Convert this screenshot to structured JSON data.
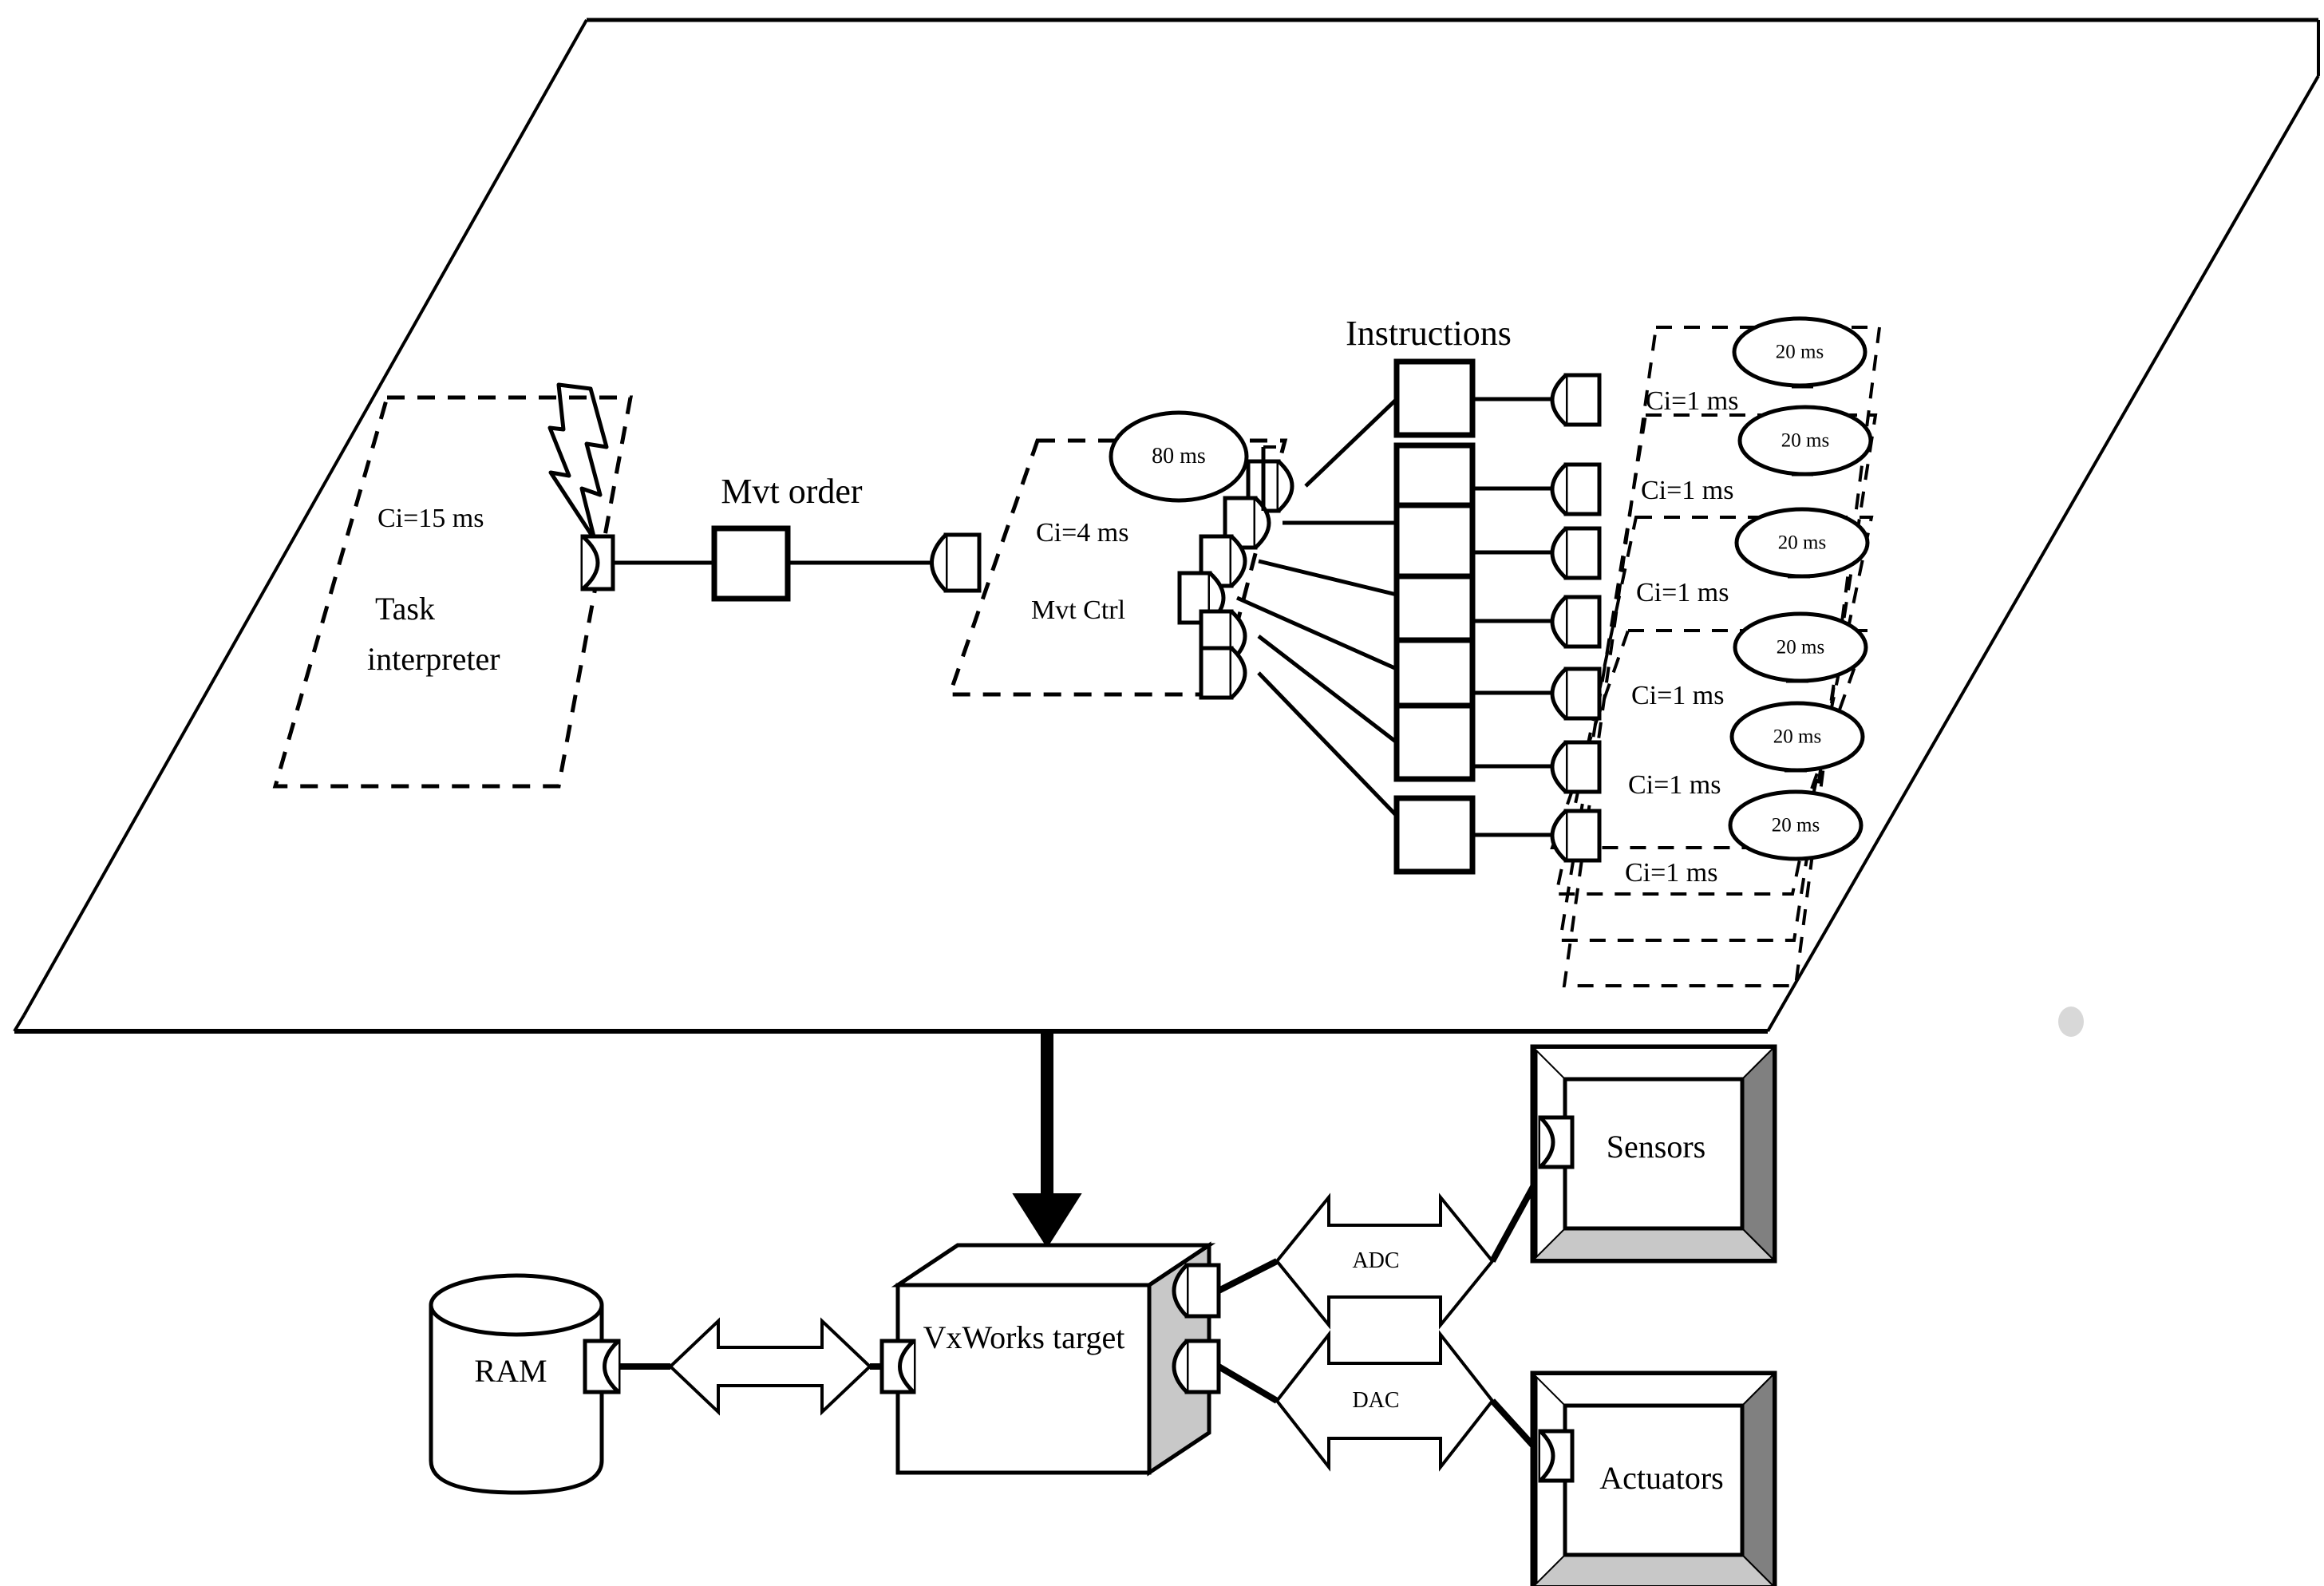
{
  "diagram": {
    "title": "Robot control deployment / component diagram",
    "colors": {
      "stroke": "#000000",
      "fill": "#ffffff",
      "shade_dark": "#808080",
      "shade_light": "#c8c8c8",
      "arrow_fill": "#ffffff"
    }
  },
  "software_layer": {
    "name": "software-plane",
    "components": [
      {
        "id": "task-interpreter",
        "ci_label": "Ci=15 ms",
        "name_line1": "Task",
        "name_line2": "interpreter",
        "has_lightning": true
      },
      {
        "id": "mvt-ctrl",
        "ci_label": "Ci=4 ms",
        "name": "Mvt Ctrl",
        "period_label": "80 ms"
      }
    ],
    "interface_labels": [
      {
        "id": "mvt-order",
        "text": "Mvt order"
      },
      {
        "id": "instructions",
        "text": "Instructions"
      }
    ],
    "axis_components": [
      {
        "index": 1,
        "ci_label": "Ci=1 ms",
        "period_label": "20 ms"
      },
      {
        "index": 2,
        "ci_label": "Ci=1 ms",
        "period_label": "20 ms"
      },
      {
        "index": 3,
        "ci_label": "Ci=1 ms",
        "period_label": "20 ms"
      },
      {
        "index": 4,
        "ci_label": "Ci=1 ms",
        "period_label": "20 ms"
      },
      {
        "index": 5,
        "ci_label": "Ci=1 ms",
        "period_label": "20 ms"
      },
      {
        "index": 6,
        "ci_label": "Ci=1 ms",
        "period_label": "20 ms"
      }
    ]
  },
  "hardware_layer": {
    "name": "hardware-plane",
    "nodes": [
      {
        "id": "ram",
        "label": "RAM",
        "shape": "cylinder"
      },
      {
        "id": "vxworks-target",
        "label": "VxWorks target",
        "shape": "cube"
      },
      {
        "id": "sensors",
        "label": "Sensors",
        "shape": "device-frame"
      },
      {
        "id": "actuators",
        "label": "Actuators",
        "shape": "device-frame"
      }
    ],
    "buses": [
      {
        "id": "ram-bus",
        "label": ""
      },
      {
        "id": "adc-bus",
        "label": "ADC"
      },
      {
        "id": "dac-bus",
        "label": "DAC"
      }
    ]
  }
}
